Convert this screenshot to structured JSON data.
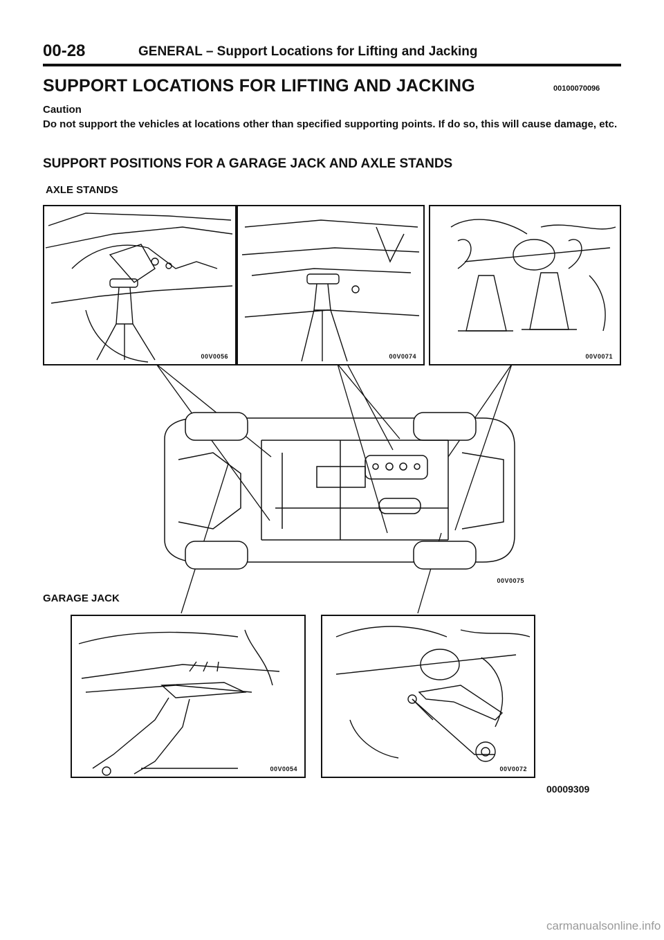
{
  "header": {
    "page_number": "00-28",
    "section_title": "GENERAL – Support Locations for Lifting and Jacking"
  },
  "main_title": "SUPPORT LOCATIONS FOR LIFTING AND JACKING",
  "document_code": "00100070096",
  "caution": {
    "label": "Caution",
    "text": "Do not support the vehicles at locations other than specified supporting points. If do so, this will cause damage, etc."
  },
  "subsection_title": "SUPPORT POSITIONS FOR A GARAGE JACK AND AXLE STANDS",
  "axle_stands": {
    "label": "AXLE STANDS",
    "figures": [
      {
        "code": "00V0056"
      },
      {
        "code": "00V0074"
      },
      {
        "code": "00V0071"
      }
    ]
  },
  "underbody": {
    "code": "00V0075"
  },
  "garage_jack": {
    "label": "GARAGE JACK",
    "figures": [
      {
        "code": "00V0054"
      },
      {
        "code": "00V0072"
      }
    ]
  },
  "figure_code": "00009309",
  "footer": {
    "site": "carmanualsonline.info"
  }
}
